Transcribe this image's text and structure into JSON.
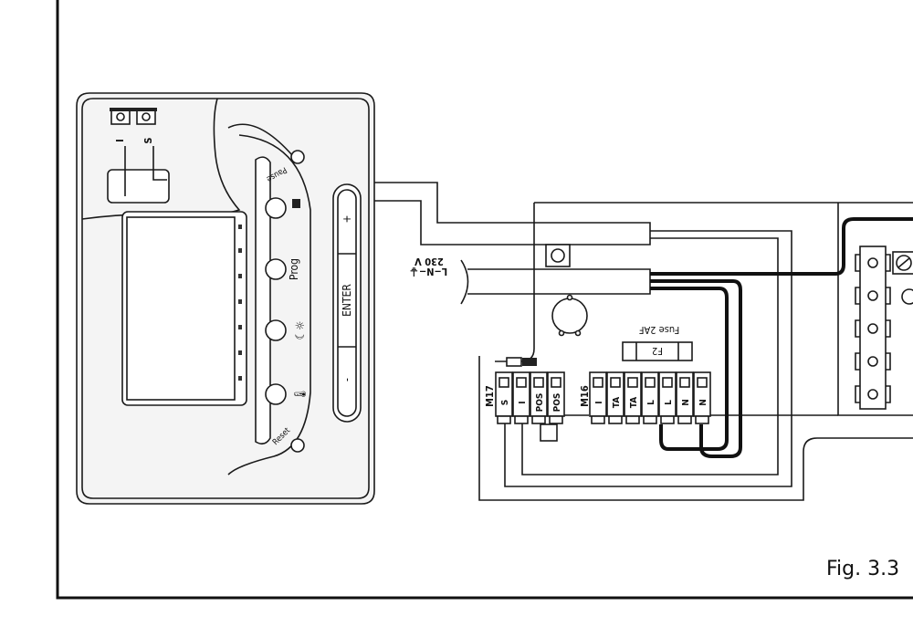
{
  "thermostat": {
    "terminal_i": "I",
    "terminal_s": "S",
    "pause_label": "Pause",
    "prog_label": "Prog",
    "reset_label": "Reset",
    "enter_label": "ENTER",
    "plus_label": "+",
    "minus_label": "-"
  },
  "power_cable": {
    "label_line1": "230 V",
    "label_line2": "L−N−⏚"
  },
  "board": {
    "fuse_label": "Fuse 2AF",
    "fuse_id": "F2",
    "m17": {
      "label": "M17",
      "terminals": [
        "S",
        "I",
        "POS",
        "POS"
      ]
    },
    "m16": {
      "label": "M16",
      "terminals": [
        "I",
        "TA",
        "TA",
        "L",
        "L",
        "N",
        "N"
      ]
    }
  },
  "figure_caption": "Fig. 3.3"
}
